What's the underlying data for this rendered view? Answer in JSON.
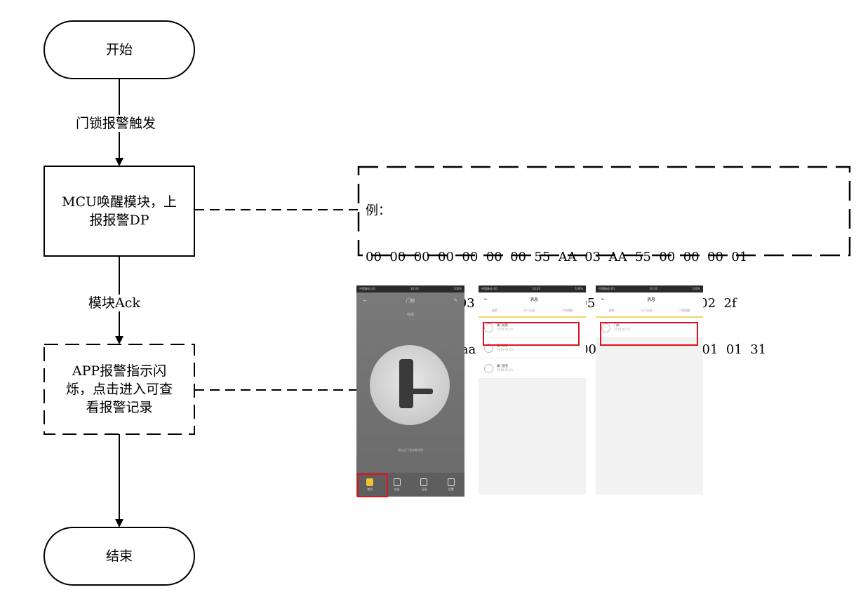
{
  "nodes": {
    "start": "开始",
    "mcu": [
      "MCU唤醒模块，上",
      "报报警DP"
    ],
    "app": [
      "APP报警指示闪",
      "烁，点击进入可查",
      "看报警记录"
    ],
    "end": "结束"
  },
  "edges": {
    "trigger": "门锁报警触发",
    "ack": "模块Ack"
  },
  "example": {
    "title": "例：",
    "lines": [
      "00  00  00  00  00  00  00  55  AA  03  AA  55  00  00  00  01",
      "报警：  55  aa  03  00  13  05  00  05  09  04  00  01  02  2f",
      "门铃报警：  55  aa  03  00  14  05  00  05  0E  01  00  01  01  31"
    ]
  },
  "screens": {
    "statusbar_left": "中国移动 4G",
    "statusbar_mid": "10:30",
    "statusbar_right": "100%",
    "p1": {
      "title": "门锁",
      "subtitle": "在线",
      "hint": "请点击门锁查看详情",
      "tabs": [
        "首页",
        "成员",
        "记录",
        "设置"
      ]
    },
    "p2": {
      "title": "消息",
      "tabs": [
        "报警",
        "开门记录",
        "门铃提醒"
      ],
      "items": [
        [
          "撬门报警",
          "2019-01-01"
        ],
        [
          "撬门报警",
          "2019-01-01"
        ],
        [
          "撬门报警",
          "2019-01-01"
        ]
      ]
    },
    "p3": {
      "title": "消息",
      "tabs": [
        "报警",
        "开门记录",
        "门铃提醒"
      ],
      "items": [
        [
          "门铃",
          "2019-01-01"
        ]
      ]
    }
  }
}
